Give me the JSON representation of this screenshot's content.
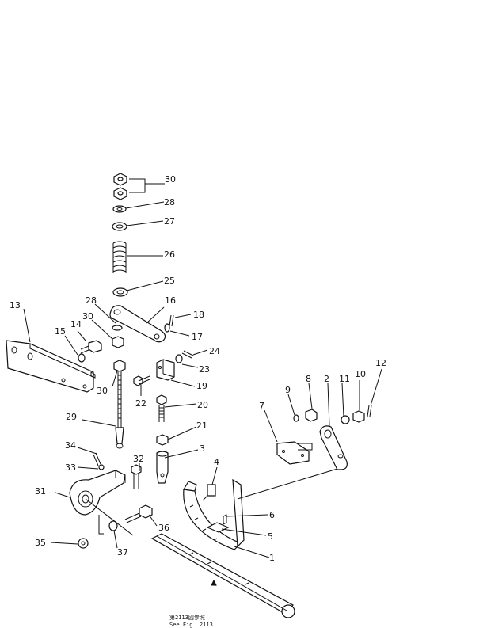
{
  "labels": {
    "l1": "1",
    "l2": "2",
    "l3": "3",
    "l4": "4",
    "l5": "5",
    "l6": "6",
    "l7": "7",
    "l8": "8",
    "l9": "9",
    "l10": "10",
    "l11": "11",
    "l12": "12",
    "l13": "13",
    "l14": "14",
    "l15": "15",
    "l16": "16",
    "l17": "17",
    "l18": "18",
    "l19": "19",
    "l20": "20",
    "l21": "21",
    "l22": "22",
    "l23": "23",
    "l24": "24",
    "l25": "25",
    "l26": "26",
    "l27": "27",
    "l28a": "28",
    "l28b": "28",
    "l29": "29",
    "l30a": "30",
    "l30b": "30",
    "l30c": "30",
    "l31": "31",
    "l32": "32",
    "l33": "33",
    "l34": "34",
    "l35": "35",
    "l36": "36",
    "l37": "37"
  },
  "note": {
    "line1": "第2113図参照",
    "line2": "See  Fig. 2113"
  }
}
